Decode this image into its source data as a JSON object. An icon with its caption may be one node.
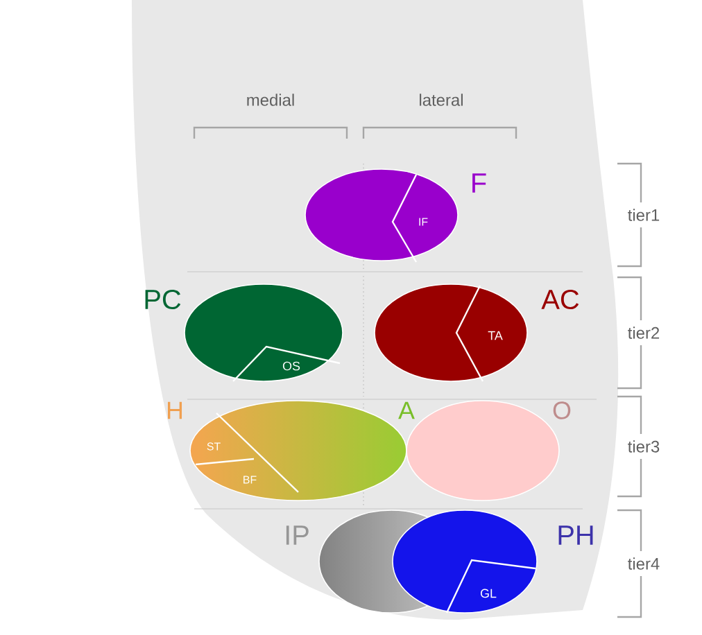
{
  "diagram": {
    "nodes": [
      {
        "text": [
          "F",
          "IF"
        ]
      },
      {
        "text": [
          "PC",
          "OS"
        ]
      },
      {
        "text": [
          "AC",
          "TA"
        ]
      },
      {
        "text": [
          "H",
          "A",
          "ST",
          "BF"
        ]
      },
      {
        "text": [
          "O"
        ]
      },
      {
        "text": [
          "IP"
        ]
      },
      {
        "text": [
          "PH",
          "GL"
        ]
      }
    ],
    "labels": [
      "medial",
      "lateral",
      "tier1",
      "tier2",
      "tier3",
      "tier4"
    ]
  }
}
